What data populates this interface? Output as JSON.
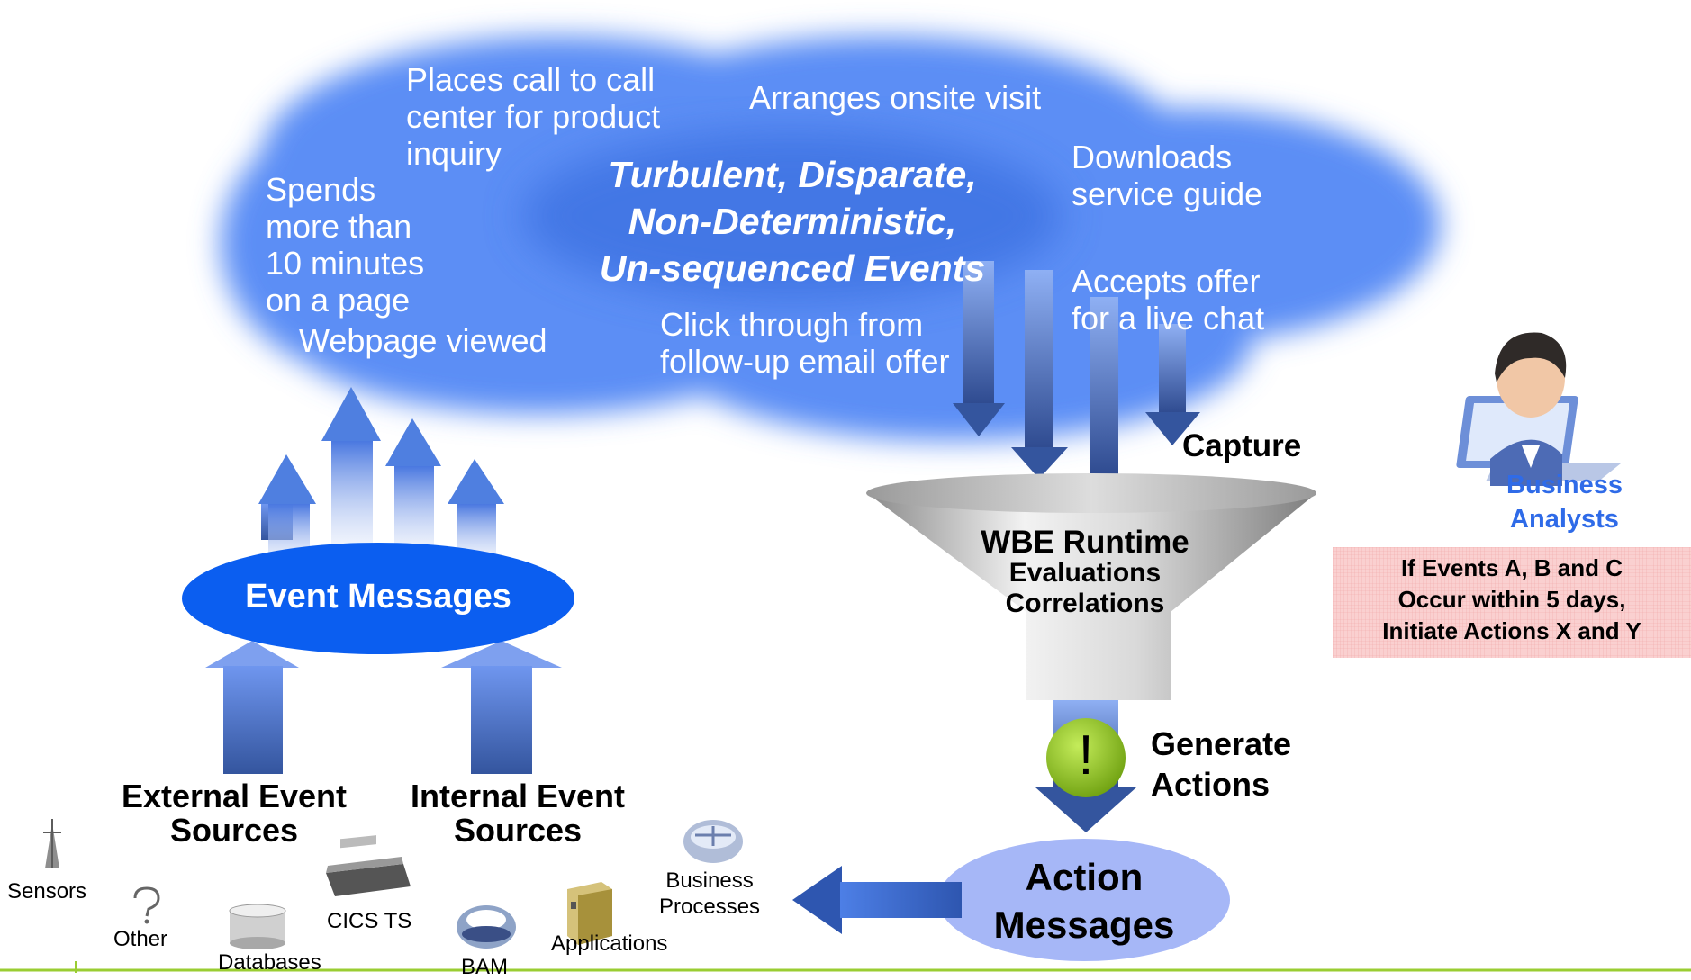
{
  "cloud": {
    "title": "Turbulent, Disparate,\nNon-Deterministic,\nUn-sequenced Events",
    "events": {
      "places_call": "Places call to call\ncenter for product\ninquiry",
      "arranges_visit": "Arranges onsite visit",
      "downloads_guide": "Downloads\nservice guide",
      "spends_time": "Spends\nmore than\n10 minutes\non a page",
      "webpage_viewed": "Webpage viewed",
      "accepts_offer": "Accepts offer\nfor a live chat",
      "click_through": "Click through from\nfollow-up email offer"
    }
  },
  "capture_label": "Capture",
  "funnel": {
    "title": "WBE Runtime",
    "line1": "Evaluations",
    "line2": "Correlations"
  },
  "generate_actions": "Generate\nActions",
  "alert_glyph": "!",
  "event_messages": "Event Messages",
  "action_messages": "Action\nMessages",
  "external_sources": "External Event\nSources",
  "internal_sources": "Internal Event\nSources",
  "sources": {
    "sensors": "Sensors",
    "other": "Other",
    "databases": "Databases",
    "cics": "CICS TS",
    "bam": "BAM",
    "applications": "Applications",
    "business_processes": "Business\nProcesses"
  },
  "analysts": {
    "label": "Business\nAnalysts",
    "rule": "If Events A, B and C\nOccur within 5 days,\nInitiate Actions X and Y"
  },
  "colors": {
    "cloud": "#5b8ef5",
    "arrow": "#4f7fe0",
    "event_oval": "#0b5ef0",
    "action_oval": "#9aaef7",
    "rule_box": "#f9c9c9",
    "alert": "#8cc21e",
    "footer_line": "#9acd32"
  }
}
